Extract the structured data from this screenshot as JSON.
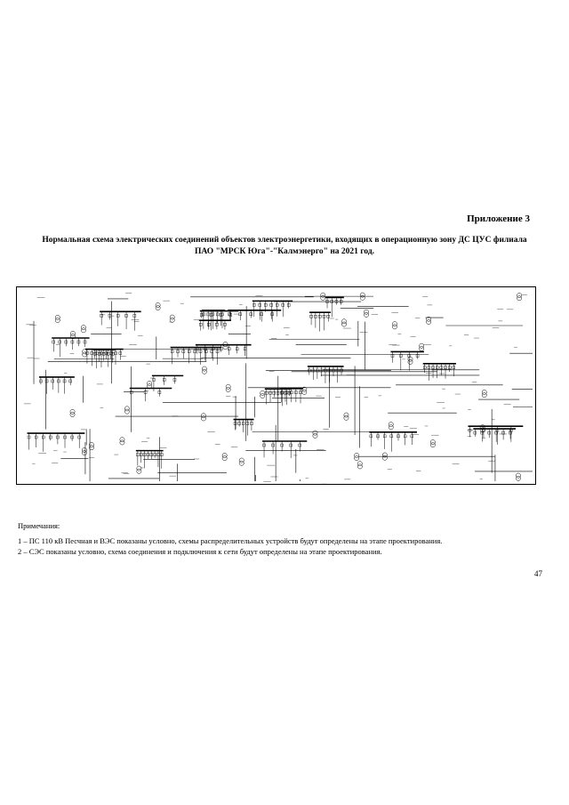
{
  "appendix": "Приложение 3",
  "title": {
    "line1": "Нормальная схема электрических соединений объектов электроэнергетики, входящих в операционную зону ДС ЦУС филиала",
    "line2": "ПАО \"МРСК Юга\"-\"Калмэнерго\" на 2021 год."
  },
  "notes": {
    "heading": "Примечания:",
    "items": [
      "1 – ПС 110 кВ Песчная и ВЭС показаны условно, схемы распределительных устройств будут определены на этапе проектирования.",
      "2 – СЭС показаны условно, схема соединения и подключения к сети будут определены на этапе проектирования."
    ]
  },
  "page_number": "47",
  "diagram": {
    "stroke": "#000000",
    "background": "#ffffff"
  }
}
